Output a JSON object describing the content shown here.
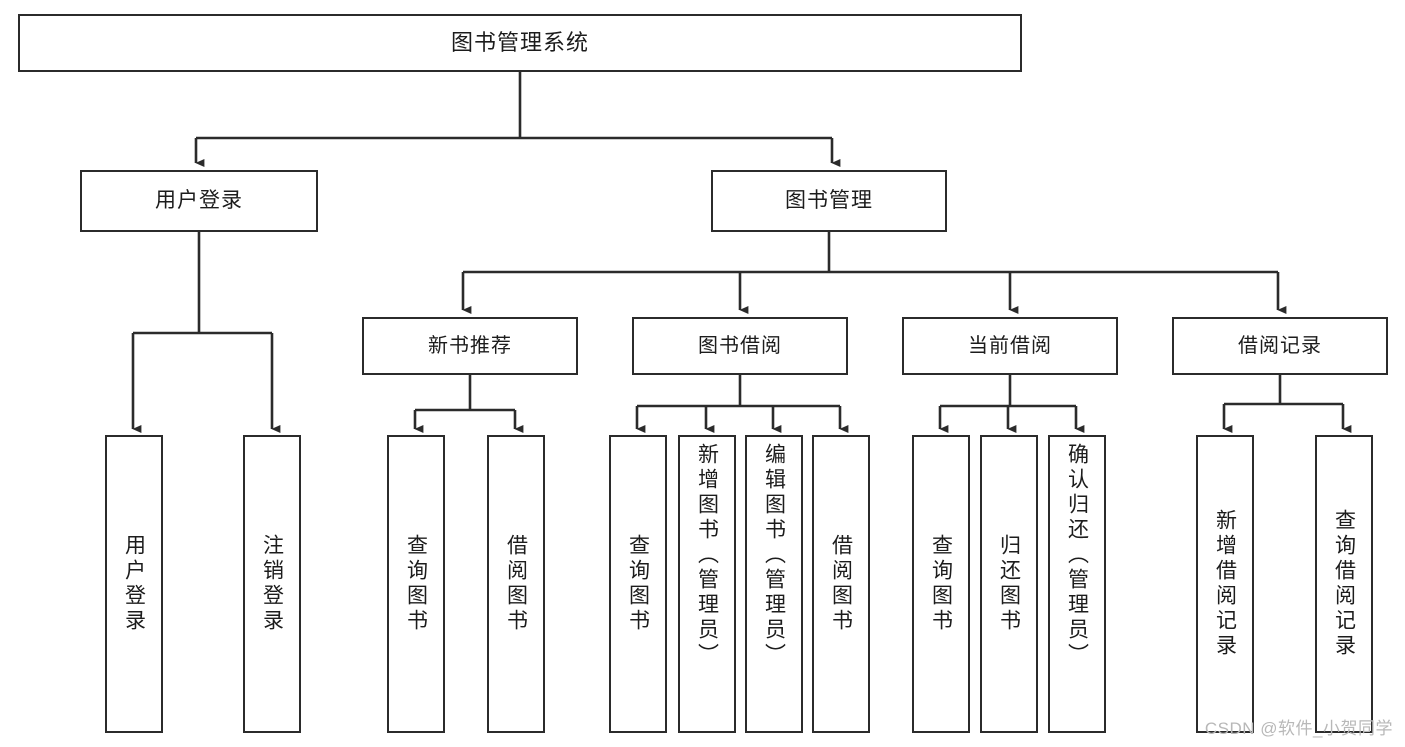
{
  "diagram": {
    "title": "图书管理系统",
    "type": "tree-hierarchy",
    "watermark": "CSDN @软件_小贺同学",
    "colors": {
      "background": "#ffffff",
      "box_border": "#2b2b2b",
      "connector": "#2b2b2b",
      "text": "#1c1c1c",
      "watermark": "#b8b8b8"
    },
    "root": {
      "label": "图书管理系统"
    },
    "level2": [
      {
        "label": "用户登录"
      },
      {
        "label": "图书管理"
      }
    ],
    "level3": [
      {
        "label": "新书推荐"
      },
      {
        "label": "图书借阅"
      },
      {
        "label": "当前借阅"
      },
      {
        "label": "借阅记录"
      }
    ],
    "leaves": {
      "user_login": [
        {
          "label": "用户登录"
        },
        {
          "label": "注销登录"
        }
      ],
      "new_book_recommend": [
        {
          "label": "查询图书"
        },
        {
          "label": "借阅图书"
        }
      ],
      "book_borrow": [
        {
          "label": "查询图书"
        },
        {
          "label": "新增图书（管理员）"
        },
        {
          "label": "编辑图书（管理员）"
        },
        {
          "label": "借阅图书"
        }
      ],
      "current_borrow": [
        {
          "label": "查询图书"
        },
        {
          "label": "归还图书"
        },
        {
          "label": "确认归还（管理员）"
        }
      ],
      "borrow_record": [
        {
          "label": "新增借阅记录"
        },
        {
          "label": "查询借阅记录"
        }
      ]
    }
  }
}
